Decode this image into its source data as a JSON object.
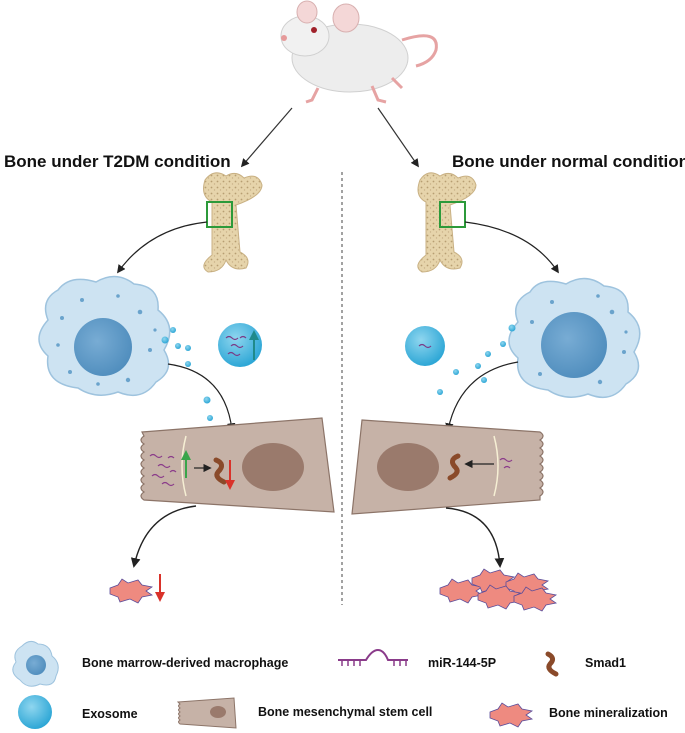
{
  "titles": {
    "left": "Bone under T2DM condition",
    "right": "Bone under normal condition"
  },
  "legend": {
    "macrophage": "Bone marrow-derived macrophage",
    "mirna": "miR-144-5P",
    "smad": "Smad1",
    "exosome": "Exosome",
    "bmsc": "Bone mesenchymal stem cell",
    "mineralization": "Bone mineralization"
  },
  "icons": {
    "mouse": "mouse-icon",
    "bone": "femur-bone-icon",
    "macrophage": "macrophage-cell-icon",
    "exosome": "exosome-icon",
    "bmsc": "stem-cell-icon",
    "mirna": "mirna-icon",
    "smad": "smad1-icon",
    "mineralization": "mineral-crystal-icon"
  },
  "colors": {
    "macrophage_fill": "#cde3f2",
    "nucleus": "#5d9ac8",
    "exosome": "#4fb6dc",
    "cell_body": "#c4b0a5",
    "cell_nucleus": "#9c7b6e",
    "bone": "#e4d2a8",
    "up_arrow": "#3aa54a",
    "down_arrow": "#d9322a",
    "smad": "#8a4a2a",
    "mirna": "#8a3b8a",
    "crystal": "#ee8a80"
  }
}
